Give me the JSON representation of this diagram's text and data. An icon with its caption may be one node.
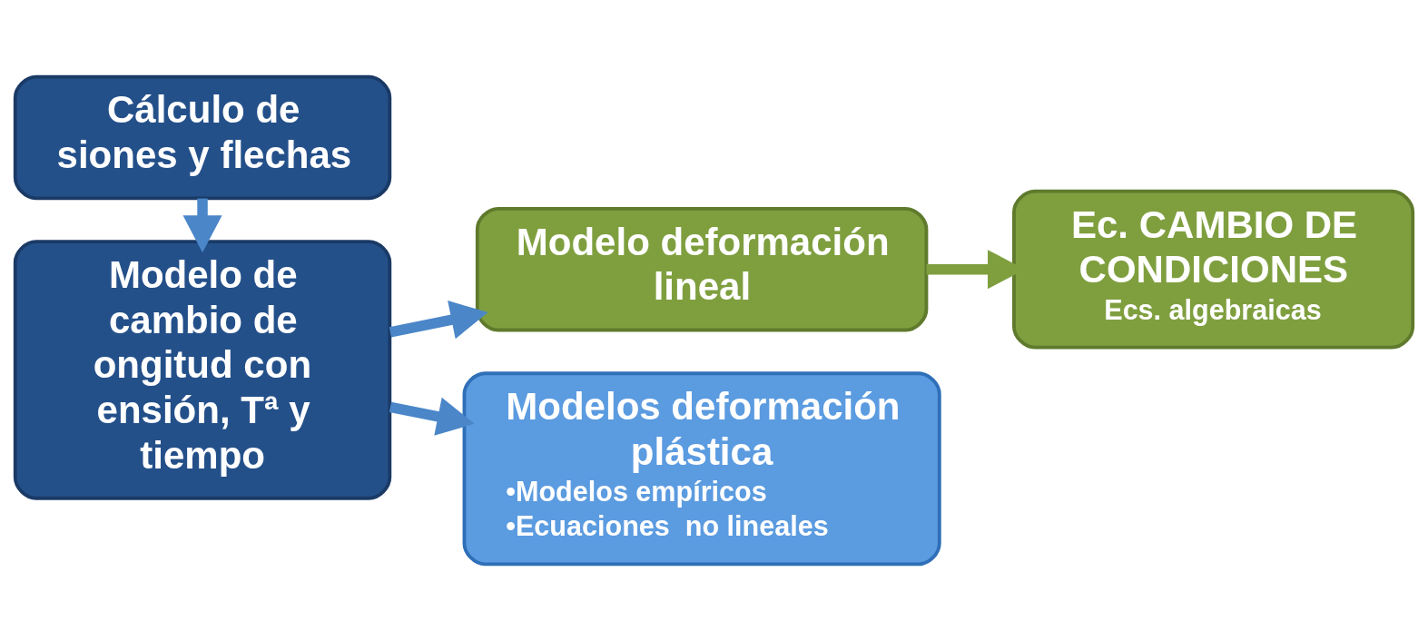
{
  "diagram": {
    "nodes": [
      {
        "text": [
          "Cálculo de siones y flechas"
        ]
      },
      {
        "text": [
          "Modelo de cambio de ongitud con ensión, Tª y tiempo"
        ]
      },
      {
        "text": [
          "Modelo deformación lineal"
        ]
      },
      {
        "text": [
          "Ec. CAMBIO DE CONDICIONES",
          "Ecs. algebraicas"
        ]
      },
      {
        "text": [
          "Modelos deformación plástica",
          "•Modelos empíricos",
          "•Ecuaciones  no lineales"
        ]
      }
    ],
    "edges": [
      {
        "from": 0,
        "to": 1,
        "arrow": "to"
      },
      {
        "from": 1,
        "to": 2,
        "arrow": "to"
      },
      {
        "from": 1,
        "to": 4,
        "arrow": "to"
      },
      {
        "from": 2,
        "to": 3,
        "arrow": "to",
        "color": "#7f9f3f"
      }
    ]
  }
}
